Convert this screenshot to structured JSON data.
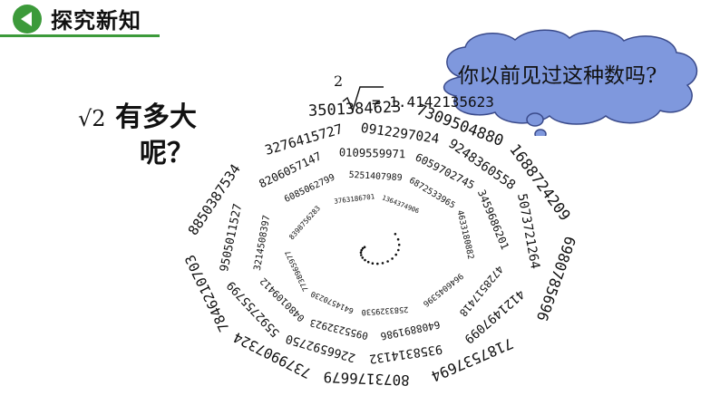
{
  "header": {
    "title": "探究新知",
    "accent_color": "#3c9a3a"
  },
  "question": {
    "radical": "√2",
    "line1": "有多大",
    "line2": "呢？"
  },
  "thought_bubble": {
    "text": "你以前见过这种数吗?",
    "fill_color": "#7f98dd"
  },
  "spiral": {
    "root_index": "2",
    "equation_text": "= 1.4142135623",
    "digit_groups": [
      "3501384623",
      "7309504880",
      "1688724209",
      "6980785696",
      "7187537694",
      "8073176679",
      "7379907324",
      "7846210703",
      "8850387534",
      "3276415727",
      "0912297024",
      "9248360558",
      "5073721264",
      "4121497099",
      "9358314132",
      "2266592750",
      "5592755799",
      "9505011527",
      "8206057147",
      "0109559971",
      "6059702745",
      "3459686201",
      "4728517418",
      "6408891986",
      "0955232923",
      "0480109412",
      "3214508397",
      "6085062799",
      "5251407989",
      "6872533965",
      "4633180882",
      "9646045396",
      "2583329530",
      "6414570230",
      "7738965977",
      "8398756283",
      "3763186701",
      "1364374906"
    ]
  }
}
